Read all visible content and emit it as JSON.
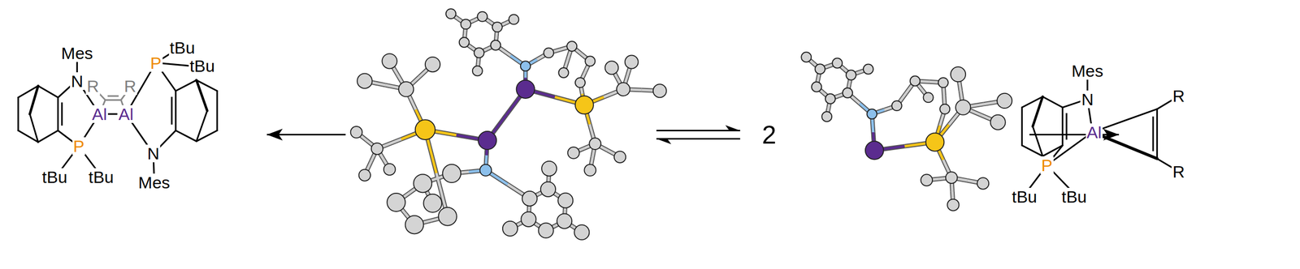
{
  "diagram": {
    "labels": [
      "Mes",
      "N",
      "R",
      "R",
      "P",
      "tBu",
      "tBu",
      "Al",
      "Al",
      "P",
      "tBu",
      "tBu",
      "N",
      "Mes",
      "2",
      "Mes",
      "N",
      "Al",
      "R",
      "R",
      "P",
      "tBu",
      "tBu"
    ]
  }
}
